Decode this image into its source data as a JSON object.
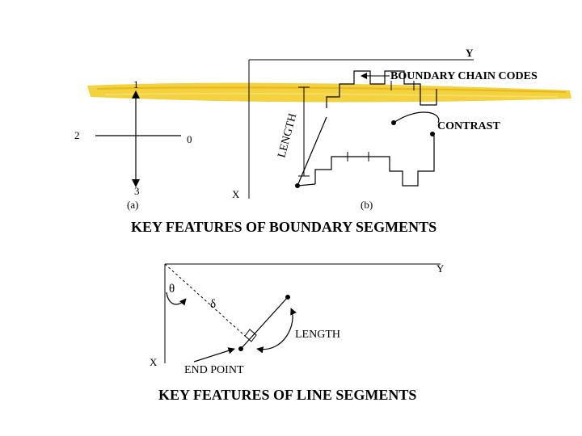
{
  "slide": {
    "accent_color": "#f2cc2a",
    "ink_color": "#000000"
  },
  "boundary": {
    "chain_code_labels": {
      "up": "1",
      "left": "2",
      "right": "0",
      "down": "3"
    },
    "panel_a_label": "(a)",
    "panel_b_label": "(b)",
    "axis_x_label": "X",
    "axis_y_label": "Y",
    "length_label": "LENGTH",
    "chain_codes_label": "BOUNDARY CHAIN CODES",
    "contrast_label": "CONTRAST",
    "heading": "KEY FEATURES OF BOUNDARY SEGMENTS"
  },
  "line_segments": {
    "axis_x_label": "X",
    "axis_y_label": "Y",
    "theta_symbol": "θ",
    "delta_symbol": "δ",
    "length_label": "LENGTH",
    "end_point_label": "END POINT",
    "heading": "KEY FEATURES OF LINE SEGMENTS"
  }
}
